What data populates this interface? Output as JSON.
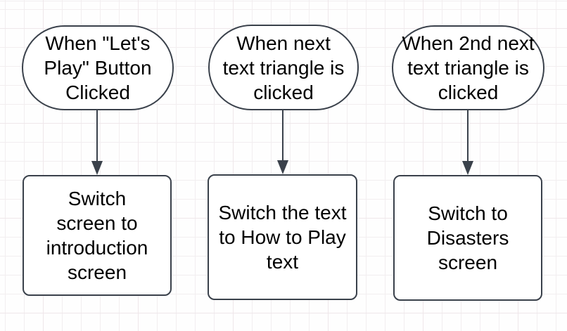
{
  "diagram": {
    "type": "flowchart",
    "stroke_color": "#3a414b",
    "fill_color": "#ffffff",
    "text_color": "#000000",
    "background_color": "#fefefe",
    "grid_color": "#f2eef0",
    "columns": [
      {
        "trigger_label": "When \"Let's\nPlay\" Button\nClicked",
        "action_label": "Switch\nscreen to\nintroduction\nscreen"
      },
      {
        "trigger_label": "When next\ntext triangle is\nclicked",
        "action_label": "Switch the text\nto How to Play\ntext"
      },
      {
        "trigger_label": "When 2nd next\ntext triangle is\nclicked",
        "action_label": "Switch to\nDisasters\nscreen"
      }
    ]
  }
}
